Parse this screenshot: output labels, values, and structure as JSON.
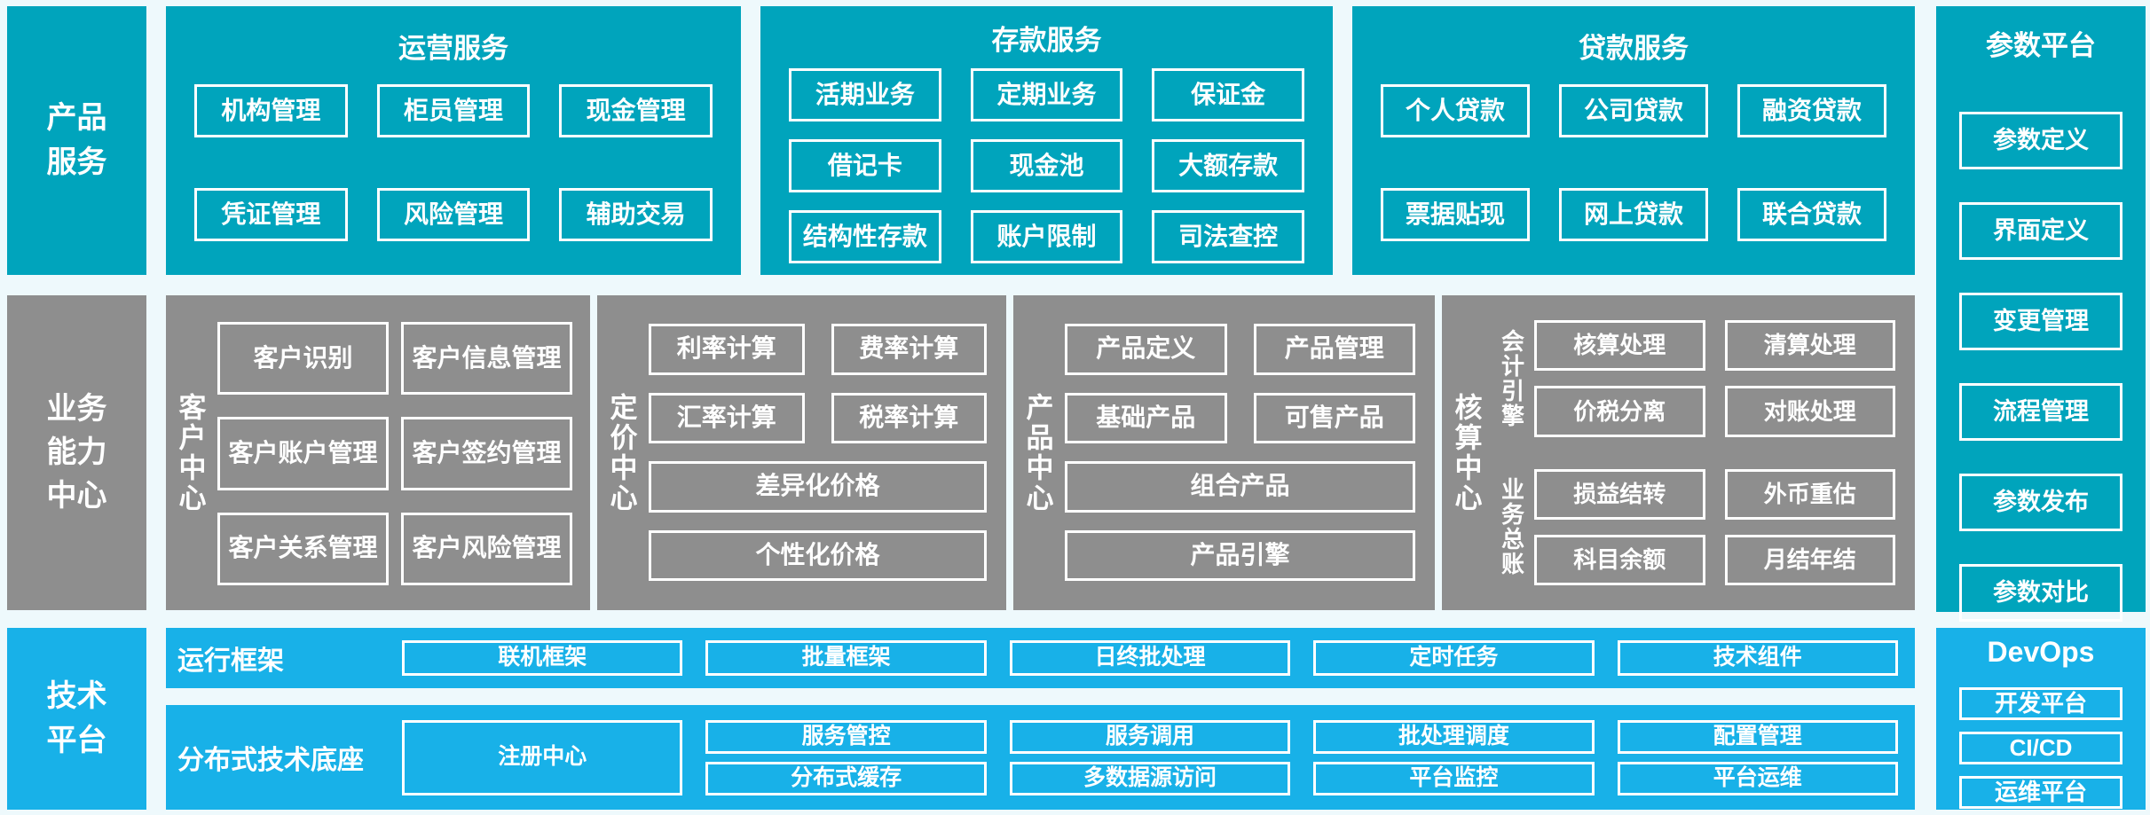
{
  "colors": {
    "teal": "#00a4bc",
    "bright_blue": "#18b1e8",
    "gray": "#8e8e8e",
    "background": "#eef9fc",
    "text_on_fill": "#ffffff"
  },
  "product": {
    "sidebar_label": "产品服务",
    "sections": [
      {
        "title": "运营服务",
        "items": [
          "机构管理",
          "柜员管理",
          "现金管理",
          "凭证管理",
          "风险管理",
          "辅助交易"
        ]
      },
      {
        "title": "存款服务",
        "items": [
          "活期业务",
          "定期业务",
          "保证金",
          "借记卡",
          "现金池",
          "大额存款",
          "结构性存款",
          "账户限制",
          "司法查控"
        ]
      },
      {
        "title": "贷款服务",
        "items": [
          "个人贷款",
          "公司贷款",
          "融资贷款",
          "票据贴现",
          "网上贷款",
          "联合贷款"
        ]
      }
    ]
  },
  "business": {
    "sidebar_label": "业务能力中心",
    "customer_center": {
      "title": "客户中心",
      "items": [
        "客户识别",
        "客户信息管理",
        "客户账户管理",
        "客户签约管理",
        "客户关系管理",
        "客户风险管理"
      ]
    },
    "pricing_center": {
      "title": "定价中心",
      "items": [
        "利率计算",
        "费率计算",
        "汇率计算",
        "税率计算"
      ],
      "wide_items": [
        "差异化价格",
        "个性化价格"
      ]
    },
    "product_center": {
      "title": "产品中心",
      "items": [
        "产品定义",
        "产品管理",
        "基础产品",
        "可售产品"
      ],
      "wide_items": [
        "组合产品",
        "产品引擎"
      ]
    },
    "accounting_center": {
      "title": "核算中心",
      "groups": [
        {
          "label": "会计引擎",
          "items": [
            "核算处理",
            "清算处理",
            "价税分离",
            "对账处理"
          ]
        },
        {
          "label": "业务总账",
          "items": [
            "损益结转",
            "外币重估",
            "科目余额",
            "月结年结"
          ]
        }
      ]
    }
  },
  "tech": {
    "sidebar_label": "技术平台",
    "runtime_framework": {
      "label": "运行框架",
      "items": [
        "联机框架",
        "批量框架",
        "日终批处理",
        "定时任务",
        "技术组件"
      ]
    },
    "distributed_base": {
      "label": "分布式技术底座",
      "registry": "注册中心",
      "row1": [
        "服务管控",
        "服务调用",
        "批处理调度",
        "配置管理"
      ],
      "row2": [
        "分布式缓存",
        "多数据源访问",
        "平台监控",
        "平台运维"
      ]
    }
  },
  "param_platform": {
    "title": "参数平台",
    "items": [
      "参数定义",
      "界面定义",
      "变更管理",
      "流程管理",
      "参数发布",
      "参数对比"
    ]
  },
  "devops": {
    "title": "DevOps",
    "items": [
      "开发平台",
      "CI/CD",
      "运维平台"
    ]
  }
}
